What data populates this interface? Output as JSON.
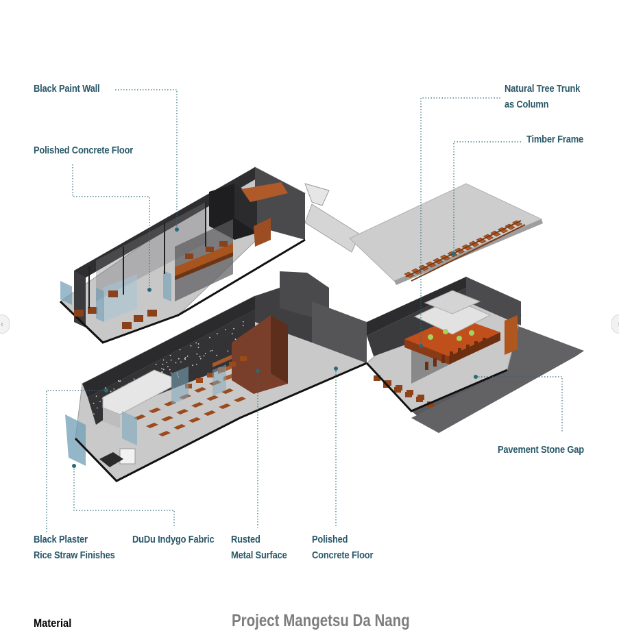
{
  "labels": {
    "black_paint_wall": "Black Paint Wall",
    "polished_concrete_floor_top": "Polished Concrete Floor",
    "natural_tree_trunk_line1": "Natural Tree Trunk",
    "natural_tree_trunk_line2": "as Column",
    "timber_frame": "Timber Frame",
    "pavement_stone_gap": "Pavement Stone Gap",
    "black_plaster_line1": "Black Plaster",
    "black_plaster_line2": "Rice Straw Finishes",
    "dudu_fabric": "DuDu Indygo Fabric",
    "rusted_metal_line1": "Rusted",
    "rusted_metal_line2": "Metal Surface",
    "polished_concrete_bottom_line1": "Polished",
    "polished_concrete_bottom_line2": "Concrete Floor"
  },
  "footer": {
    "section_label": "Material",
    "project_title": "Project Mangetsu Da Nang"
  },
  "nav": {
    "prev_icon": "chevron-left-icon",
    "next_icon": "chevron-right-icon"
  },
  "colors": {
    "label_text": "#2a5868",
    "leader_line": "#2a6a78",
    "wall_dark": "#3a3a3c",
    "floor_light": "#cfcfcf",
    "timber": "#9a4a1e",
    "rusted_metal": "#7a3f2a",
    "fabric_blue": "#7fa9c0"
  }
}
